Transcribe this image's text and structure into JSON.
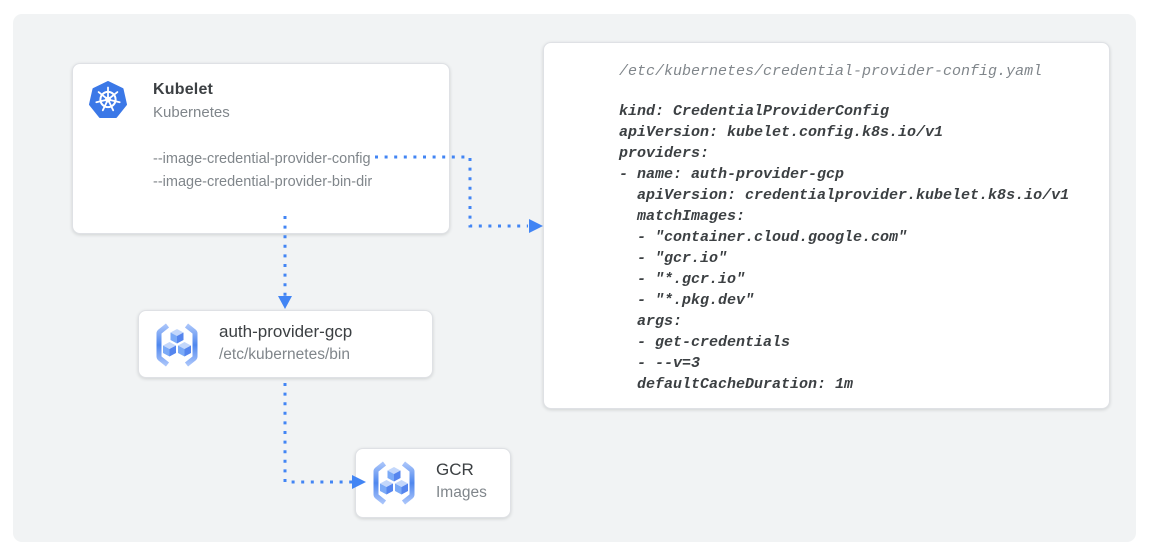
{
  "kubelet_card": {
    "title": "Kubelet",
    "subtitle": "Kubernetes",
    "flags": [
      "--image-credential-provider-config",
      "--image-credential-provider-bin-dir"
    ]
  },
  "auth_card": {
    "title": "auth-provider-gcp",
    "subtitle": "/etc/kubernetes/bin"
  },
  "gcr_card": {
    "title": "GCR",
    "subtitle": "Images"
  },
  "config_card": {
    "filename": "/etc/kubernetes/credential-provider-config.yaml",
    "code_lines": [
      "kind: CredentialProviderConfig",
      "apiVersion: kubelet.config.k8s.io/v1",
      "providers:",
      "- name: auth-provider-gcp",
      "  apiVersion: credentialprovider.kubelet.k8s.io/v1",
      "  matchImages:",
      "  - \"container.cloud.google.com\"",
      "  - \"gcr.io\"",
      "  - \"*.gcr.io\"",
      "  - \"*.pkg.dev\"",
      "  args:",
      "  - get-credentials",
      "  - --v=3",
      "  defaultCacheDuration: 1m"
    ]
  },
  "icons": {
    "kubernetes": "kubernetes-helm-wheel",
    "container_registry": "container-registry-cubes"
  },
  "colors": {
    "background_panel": "#f1f3f4",
    "arrow_blue": "#4285f4",
    "kubernetes_blue": "#3b78e7",
    "bracket_tip": "#a7c3fa",
    "bracket_mid": "#4f87ee",
    "cube_top": "#c3d7fb",
    "cube_left": "#7baaf7",
    "cube_right": "#5585ee",
    "title_text": "#3c4043",
    "muted_text": "#80868b"
  }
}
